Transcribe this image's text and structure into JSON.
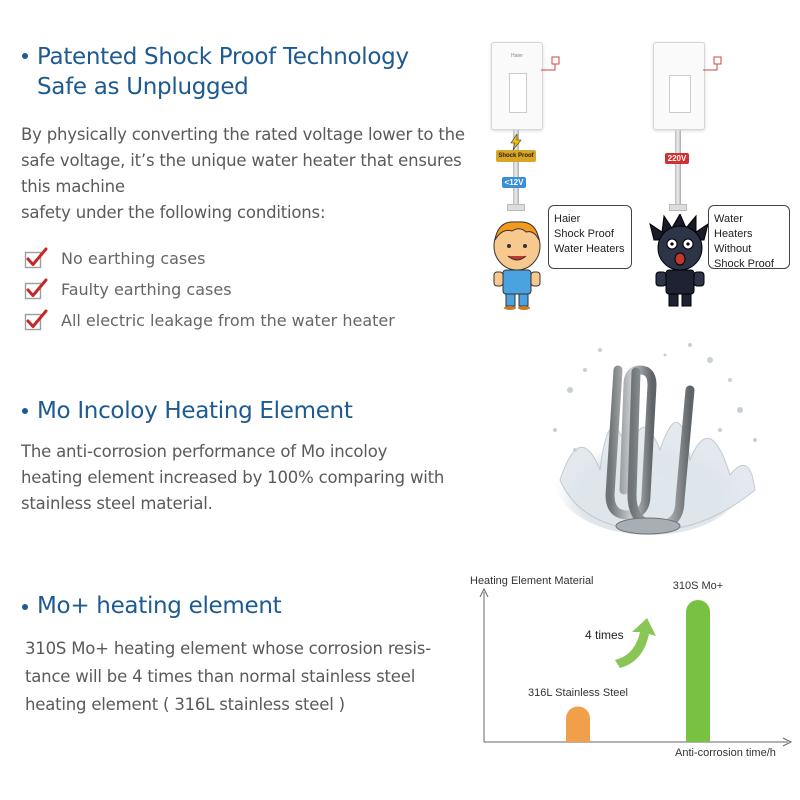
{
  "section1": {
    "title_line1": "Patented Shock Proof Technology",
    "title_line2": "Safe as Unplugged",
    "paragraph": [
      "By physically converting the rated voltage lower to the",
      "safe voltage, it’s the unique water heater that ensures",
      "this machine",
      "safety under the following conditions:"
    ],
    "checks": [
      "No earthing cases",
      "Faulty earthing cases",
      "All electric leakage from the water heater"
    ],
    "illustration": {
      "left_tag": "<12V",
      "right_tag": "220V",
      "badge": "Shock Proof",
      "brand": "Haier",
      "left_bubble": [
        "Haier",
        "Shock Proof",
        "Water Heaters"
      ],
      "right_bubble": [
        "Water Heaters",
        "Without",
        "Shock Proof"
      ]
    }
  },
  "section2": {
    "title": "Mo Incoloy Heating Element",
    "paragraph": [
      "The anti-corrosion performance of Mo incoloy",
      "heating element increased by 100% comparing with",
      "stainless steel material."
    ]
  },
  "section3": {
    "title": "Mo+ heating element",
    "paragraph": [
      "310S Mo+ heating element whose corrosion resis-",
      "tance will be 4 times than normal stainless steel",
      "heating element ( 316L stainless steel )"
    ]
  },
  "colors": {
    "heading": "#1d5a91",
    "check": "#c62828",
    "bar_316l": "#f0a04b",
    "bar_310s": "#79c142",
    "arrow": "#7cc043"
  },
  "chart_data": {
    "type": "bar",
    "ylabel": "Heating Element Material",
    "xlabel": "Anti-corrosion time/h",
    "categories": [
      "316L Stainless Steel",
      "310S Mo+"
    ],
    "values": [
      1,
      4
    ],
    "annotation": "4 times"
  }
}
